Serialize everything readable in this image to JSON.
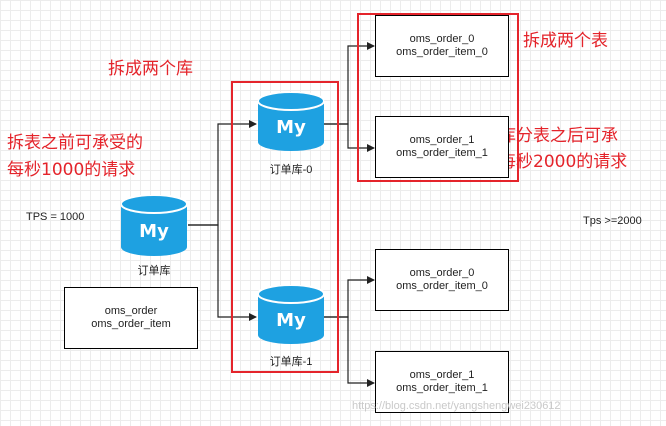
{
  "annotations": {
    "split_db": "拆成两个库",
    "split_table": "拆成两个表",
    "before_line1": "拆表之前可承受的",
    "before_line2": "每秒1000的请求",
    "after_line1": "分库分表之后可承",
    "after_line2": "受每秒2000的请求"
  },
  "tps_left": "TPS = 1000",
  "tps_right": "Tps >=2000",
  "databases": {
    "source": {
      "caption": "订单库",
      "logo": "My"
    },
    "shard0": {
      "caption": "订单库-0",
      "logo": "My"
    },
    "shard1": {
      "caption": "订单库-1",
      "logo": "My"
    }
  },
  "source_tables": {
    "line1": "oms_order",
    "line2": "oms_order_item"
  },
  "tables": [
    {
      "line1": "oms_order_0",
      "line2": "oms_order_item_0"
    },
    {
      "line1": "oms_order_1",
      "line2": "oms_order_item_1"
    },
    {
      "line1": "oms_order_0",
      "line2": "oms_order_item_0"
    },
    {
      "line1": "oms_order_1",
      "line2": "oms_order_item_1"
    }
  ],
  "watermark": "https://blog.csdn.net/yangshengwei230612",
  "colors": {
    "db_blue": "#1ea1e1",
    "red": "#e4242b"
  }
}
